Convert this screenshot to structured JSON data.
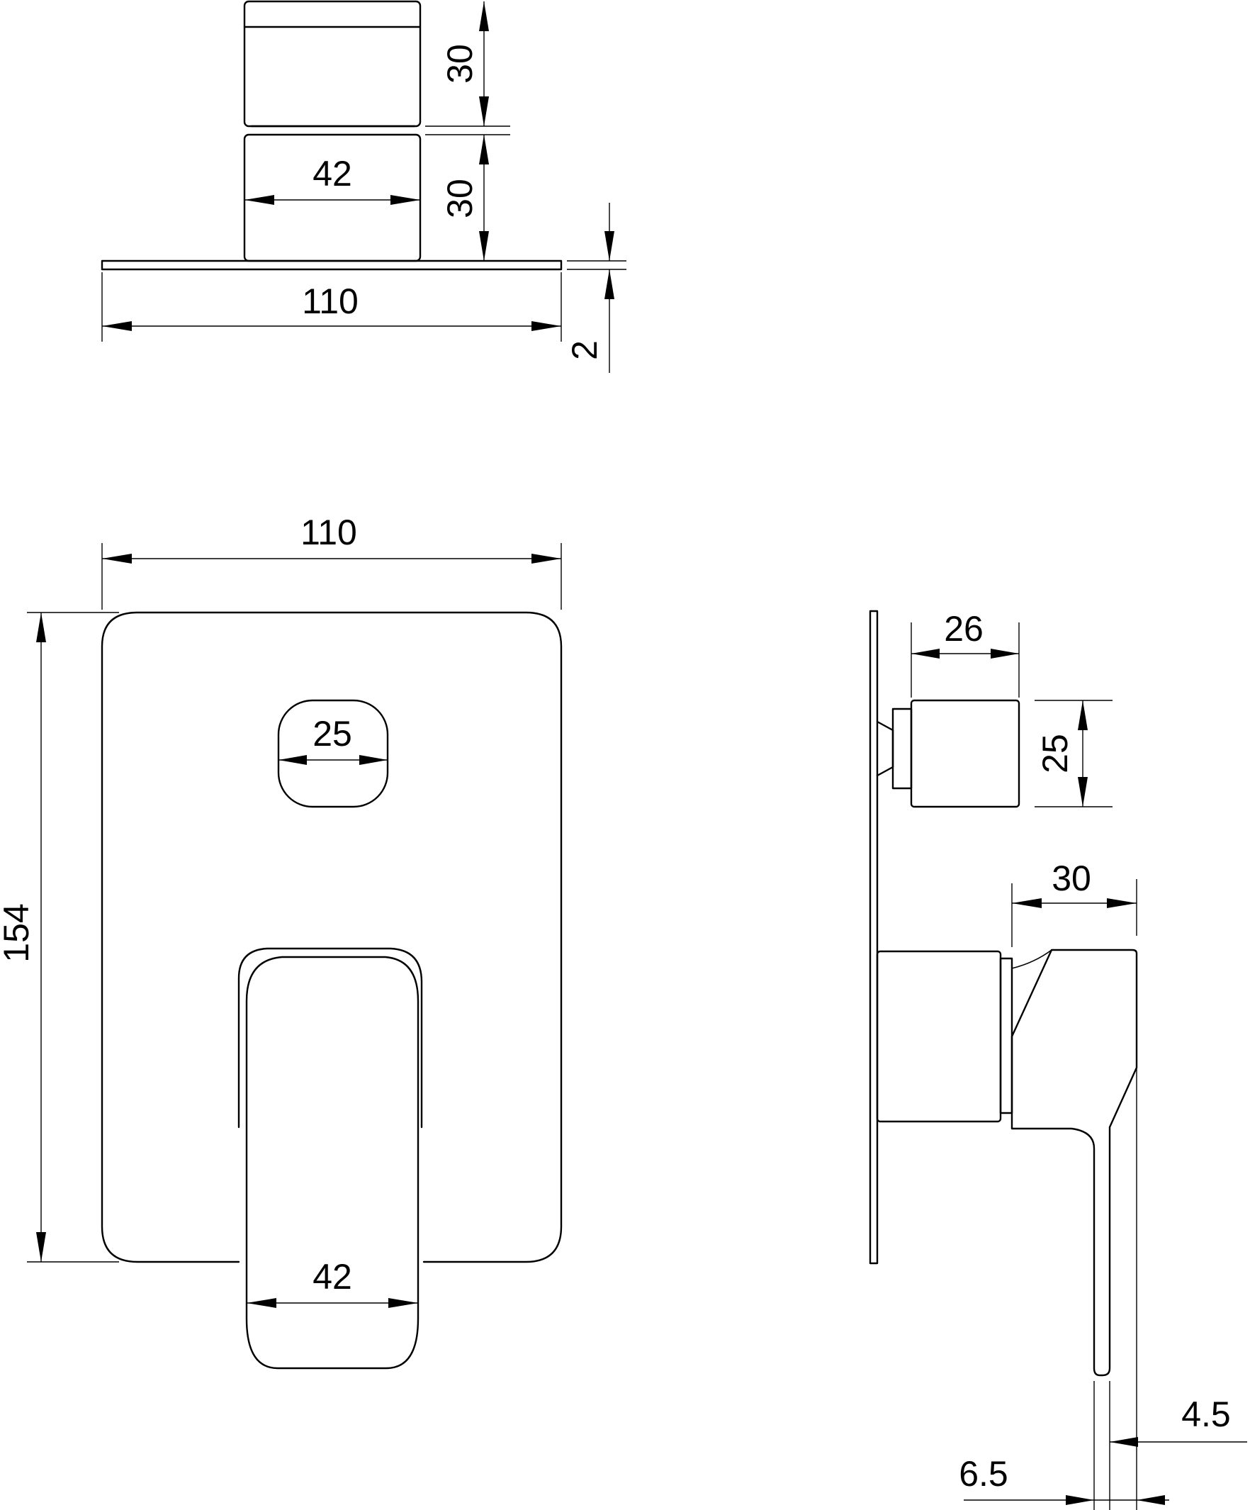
{
  "dimensions": {
    "top_handle_height": "30",
    "top_body_height": "30",
    "top_body_width": "42",
    "top_plate_width": "110",
    "top_plate_thickness": "2",
    "front_plate_width": "110",
    "front_plate_height": "154",
    "front_knob_width": "25",
    "front_lever_width": "42",
    "side_knob_depth": "26",
    "side_knob_height": "25",
    "side_lever_depth": "30",
    "side_lever_thickness": "4.5",
    "side_lever_offset": "6.5"
  }
}
